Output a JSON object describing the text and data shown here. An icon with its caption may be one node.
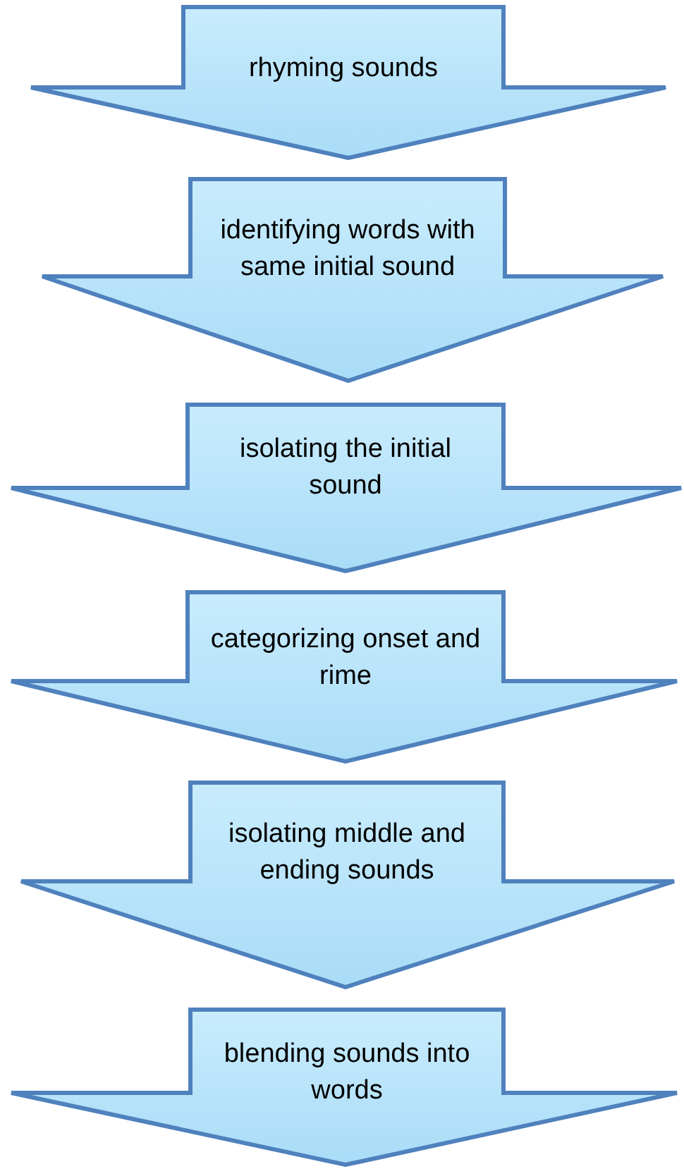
{
  "diagram": {
    "nodes": [
      {
        "text": [
          "rhyming sounds"
        ]
      },
      {
        "text": [
          "identifying words with same initial sound"
        ]
      },
      {
        "text": [
          "isolating the initial sound"
        ]
      },
      {
        "text": [
          "categorizing onset and rime"
        ]
      },
      {
        "text": [
          "isolating middle and ending sounds"
        ]
      },
      {
        "text": [
          "blending sounds into words"
        ]
      }
    ]
  }
}
